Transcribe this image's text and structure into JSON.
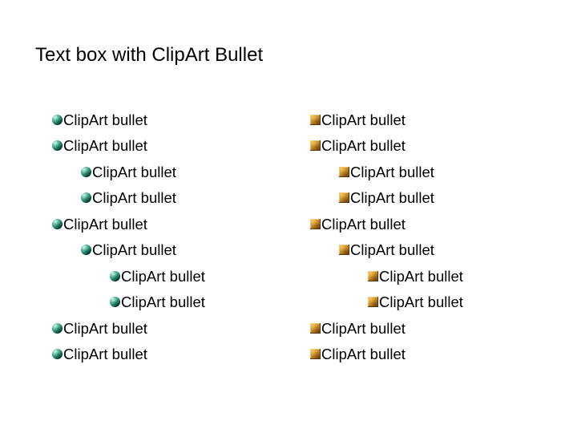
{
  "slide": {
    "title": "Text box with ClipArt Bullet",
    "background_color": "#ffffff",
    "text_color": "#000000",
    "columns": [
      {
        "id": "left",
        "bullet": {
          "name": "teal-sphere-clipart-bullet",
          "shape": "sphere",
          "colors": {
            "highlight": "#e2f5ee",
            "mid": "#28977b",
            "dark": "#06392e"
          }
        },
        "items": [
          {
            "text": "ClipArt bullet",
            "level": 1
          },
          {
            "text": "ClipArt bullet",
            "level": 1
          },
          {
            "text": "ClipArt bullet",
            "level": 2
          },
          {
            "text": "ClipArt bullet",
            "level": 2
          },
          {
            "text": "ClipArt bullet",
            "level": 1
          },
          {
            "text": "ClipArt bullet",
            "level": 2
          },
          {
            "text": "ClipArt bullet",
            "level": 3
          },
          {
            "text": "ClipArt bullet",
            "level": 3
          },
          {
            "text": "ClipArt bullet",
            "level": 1
          },
          {
            "text": "ClipArt bullet",
            "level": 1
          }
        ]
      },
      {
        "id": "right",
        "bullet": {
          "name": "gold-square-clipart-bullet",
          "shape": "square",
          "colors": {
            "highlight": "#f2c468",
            "mid": "#bd7f1c",
            "dark": "#5e3c0a"
          }
        },
        "items": [
          {
            "text": "ClipArt bullet",
            "level": 1
          },
          {
            "text": "ClipArt bullet",
            "level": 1
          },
          {
            "text": "ClipArt bullet",
            "level": 2
          },
          {
            "text": "ClipArt bullet",
            "level": 2
          },
          {
            "text": "ClipArt bullet",
            "level": 1
          },
          {
            "text": "ClipArt bullet",
            "level": 2
          },
          {
            "text": "ClipArt bullet",
            "level": 3
          },
          {
            "text": "ClipArt bullet",
            "level": 3
          },
          {
            "text": "ClipArt bullet",
            "level": 1
          },
          {
            "text": "ClipArt bullet",
            "level": 1
          }
        ]
      }
    ]
  }
}
